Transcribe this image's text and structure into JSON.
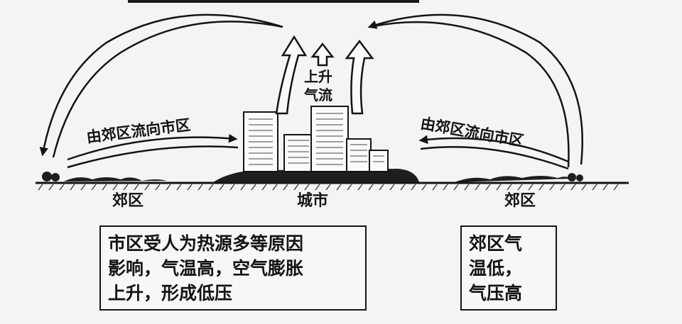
{
  "diagram": {
    "updraft_label": [
      "上升",
      "气流"
    ],
    "flow_label_left": "由郊区流向市区",
    "flow_label_right": "由郊区流向市区",
    "ground_labels": {
      "suburb_left": "郊区",
      "city": "城市",
      "suburb_right": "郊区"
    },
    "city_box_lines": [
      "市区受人为热源多等原因",
      "影响，气温高，空气膨胀",
      "上升，形成低压"
    ],
    "suburb_box_lines": [
      "郊区气",
      "温低，",
      "气压高"
    ]
  }
}
